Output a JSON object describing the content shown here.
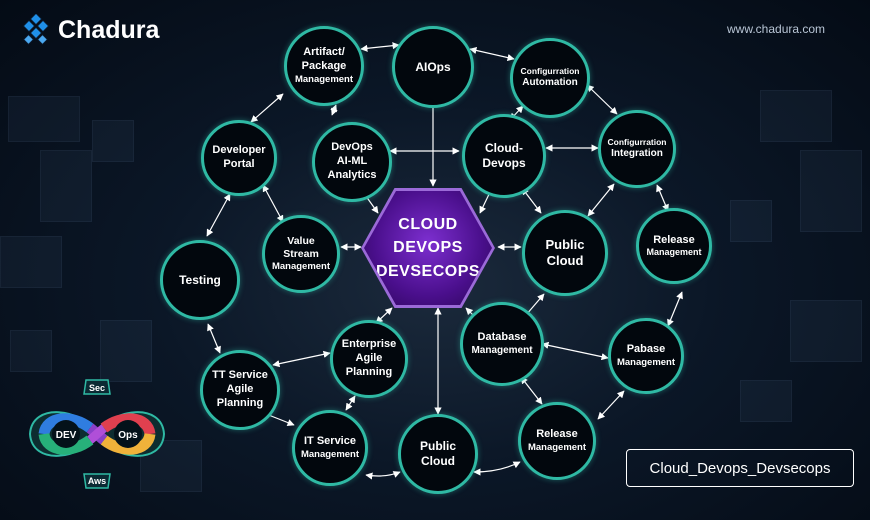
{
  "brand": {
    "name": "Chadura",
    "url": "www.chadura.com"
  },
  "center": {
    "line1": "CLOUD",
    "line2": "DEVOPS",
    "line3": "DEVSECOPS"
  },
  "nodes": {
    "artifact": [
      "Artifact/",
      "Package",
      "Management"
    ],
    "aiops": [
      "AIOps"
    ],
    "config_automation": [
      "Configurration",
      "Automation"
    ],
    "developer_portal": [
      "Developer",
      "Portal"
    ],
    "devops_aiml": [
      "DevOps",
      "AI-ML",
      "Analytics"
    ],
    "cloud_devops": [
      "Cloud-",
      "Devops"
    ],
    "config_integration": [
      "Configurration",
      "Integration"
    ],
    "testing": [
      "Testing"
    ],
    "value_stream": [
      "Value",
      "Stream",
      "Management"
    ],
    "public_cloud_right": [
      "Public",
      "Cloud"
    ],
    "release_right": [
      "Release",
      "Management"
    ],
    "enterprise_agile": [
      "Enterprise",
      "Agile",
      "Planning"
    ],
    "database": [
      "Database",
      "Management"
    ],
    "pabase": [
      "Pabase",
      "Management"
    ],
    "tt_service": [
      "TT Service",
      "Agile",
      "Planning"
    ],
    "it_service": [
      "IT Service",
      "Management"
    ],
    "public_cloud_bottom": [
      "Public",
      "Cloud"
    ],
    "release_bottom": [
      "Release",
      "Management"
    ]
  },
  "infinity": {
    "top": "Sec",
    "left": "DEV",
    "right": "Ops",
    "bottom": "Aws"
  },
  "tag": "Cloud_Devops_Devsecops",
  "colors": {
    "node_border": "#2fb9a4",
    "hex_fill": "#5b17a8",
    "background": "#0b1727"
  }
}
